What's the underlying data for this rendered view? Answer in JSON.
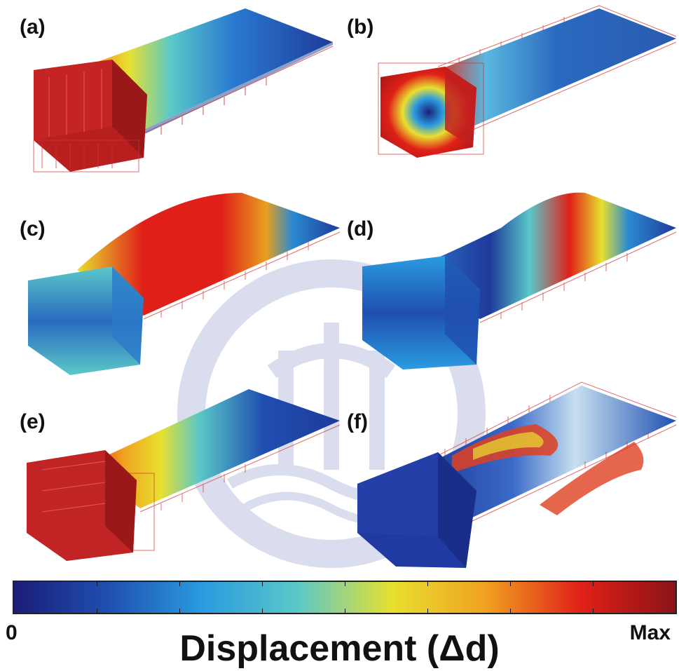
{
  "panels": [
    {
      "label": "(a)"
    },
    {
      "label": "(b)"
    },
    {
      "label": "(c)"
    },
    {
      "label": "(d)"
    },
    {
      "label": "(e)"
    },
    {
      "label": "(f)"
    }
  ],
  "colorbar": {
    "min_label": "0",
    "max_label": "Max",
    "title": "Displacement (Δd)",
    "stops": [
      "#1b1e7a",
      "#1f4fb0",
      "#2a9be0",
      "#5ac8c8",
      "#e8e030",
      "#f0a020",
      "#e02018",
      "#8a1418"
    ]
  }
}
